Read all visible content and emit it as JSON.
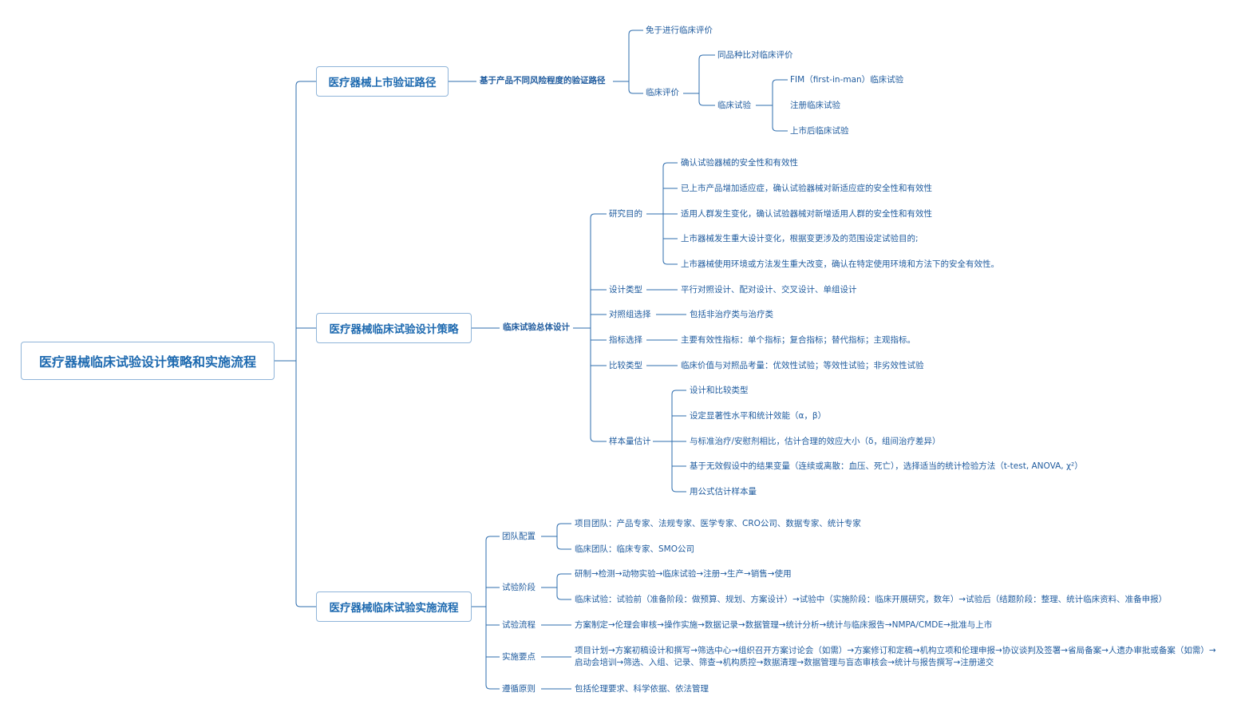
{
  "root": "医疗器械临床试验设计策略和实施流程",
  "branch1": {
    "title": "医疗器械上市验证路径",
    "sub": "基于产品不同风险程度的验证路径",
    "exempt": "免于进行临床评价",
    "clinical_eval": "临床评价",
    "same_kind": "同品种比对临床评价",
    "trial": "临床试验",
    "trial_items": [
      "FIM（first-in-man）临床试验",
      "注册临床试验",
      "上市后临床试验"
    ]
  },
  "branch2": {
    "title": "医疗器械临床试验设计策略",
    "sub": "临床试验总体设计",
    "purpose": "研究目的",
    "purpose_items": [
      "确认试验器械的安全性和有效性",
      "已上市产品增加适应症，确认试验器械对新适应症的安全性和有效性",
      "适用人群发生变化，确认试验器械对新增适用人群的安全性和有效性",
      "上市器械发生重大设计变化，根据变更涉及的范围设定试验目的;",
      "上市器械使用环境或方法发生重大改变，确认在特定使用环境和方法下的安全有效性。"
    ],
    "design_type": "设计类型",
    "design_type_value": "平行对照设计、配对设计、交叉设计、单组设计",
    "control": "对照组选择",
    "control_value": "包括非治疗类与治疗类",
    "indicator": "指标选择",
    "indicator_value": "主要有效性指标：单个指标；复合指标；替代指标；主观指标。",
    "compare": "比较类型",
    "compare_value": "临床价值与对照品考量：优效性试验；等效性试验；非劣效性试验",
    "sample": "样本量估计",
    "sample_items": [
      "设计和比较类型",
      "设定显著性水平和统计效能（α，β）",
      "与标准治疗/安慰剂相比，估计合理的效应大小（δ，组间治疗差异）",
      "基于无效假设中的结果变量（连续或离散：血压、死亡），选择适当的统计检验方法（t-test, ANOVA, χ²）",
      "用公式估计样本量"
    ]
  },
  "branch3": {
    "title": "医疗器械临床试验实施流程",
    "team": "团队配置",
    "team_items": [
      "项目团队：产品专家、法规专家、医学专家、CRO公司、数据专家、统计专家",
      "临床团队：临床专家、SMO公司"
    ],
    "stage": "试验阶段",
    "stage_items": [
      "研制→检测→动物实验→临床试验→注册→生产→销售→使用",
      "临床试验：试验前（准备阶段：做预算、规划、方案设计）→试验中（实施阶段：临床开展研究，数年）→试验后（结题阶段：整理、统计临床资料、准备申报）"
    ],
    "flow": "试验流程",
    "flow_value": "方案制定→伦理会审核→操作实施→数据记录→数据管理→统计分析→统计与临床报告→NMPA/CMDE→批准与上市",
    "points": "实施要点",
    "points_value": "项目计划→方案初稿设计和撰写→筛选中心→组织召开方案讨论会（如需）→方案修订和定稿→机构立项和伦理申报→协议谈判及签署→省局备案→人遗办审批或备案（如需）→启动会培训→筛选、入组、记录、筛查→机构质控→数据清理→数据管理与盲态审核会→统计与报告撰写→注册递交",
    "principle": "遵循原则",
    "principle_value": "包括伦理要求、科学依据、依法管理"
  },
  "colors": {
    "line": "#2E6DAE",
    "text": "#1F5B9E",
    "box_border": "#8FB4D9"
  }
}
